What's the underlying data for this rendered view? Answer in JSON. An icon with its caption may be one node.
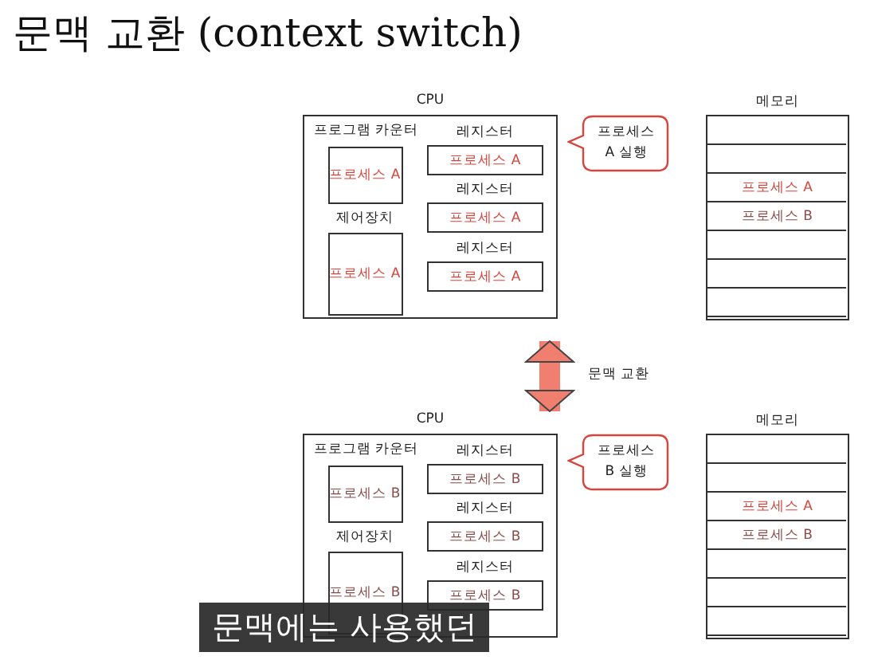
{
  "diagram": {
    "title": "문맥 교환 (context switch)",
    "nodes": [
      {
        "text": [
          "CPU"
        ]
      },
      {
        "text": [
          "프로그램 카운터",
          "프로세스 A"
        ],
        "in": 0
      },
      {
        "text": [
          "레지스터",
          "프로세스 A"
        ],
        "in": 0
      },
      {
        "text": [
          "레지스터",
          "프로세스 A"
        ],
        "in": 0
      },
      {
        "text": [
          "제어장치",
          "프로세스 A"
        ],
        "in": 0
      },
      {
        "text": [
          "레지스터",
          "프로세스 A"
        ],
        "in": 0
      },
      {
        "text": [
          "프로세스 A 실행"
        ]
      },
      {
        "text": [
          "메모리"
        ]
      },
      {
        "text": [],
        "shape": "box",
        "in": 7
      },
      {
        "text": [],
        "shape": "box",
        "in": 7
      },
      {
        "text": [
          "프로세스 A"
        ],
        "in": 7
      },
      {
        "text": [
          "프로세스 B"
        ],
        "in": 7
      },
      {
        "text": [],
        "shape": "box",
        "in": 7
      },
      {
        "text": [],
        "shape": "box",
        "in": 7
      },
      {
        "text": [],
        "shape": "box",
        "in": 7
      },
      {
        "text": [
          "CPU"
        ]
      },
      {
        "text": [
          "프로그램 카운터",
          "프로세스 B"
        ],
        "in": 15
      },
      {
        "text": [
          "레지스터",
          "프로세스 B"
        ],
        "in": 15
      },
      {
        "text": [
          "레지스터",
          "프로세스 B"
        ],
        "in": 15
      },
      {
        "text": [
          "제어장치",
          "프로세스 B"
        ],
        "in": 15
      },
      {
        "text": [
          "레지스터",
          "프로세스 B"
        ],
        "in": 15
      },
      {
        "text": [
          "프로세스 B 실행"
        ]
      },
      {
        "text": [
          "메모리"
        ]
      },
      {
        "text": [],
        "shape": "box",
        "in": 22
      },
      {
        "text": [],
        "shape": "box",
        "in": 22
      },
      {
        "text": [
          "프로세스 A"
        ],
        "in": 22
      },
      {
        "text": [
          "프로세스 B"
        ],
        "in": 22
      },
      {
        "text": [],
        "shape": "box",
        "in": 22
      },
      {
        "text": [],
        "shape": "box",
        "in": 22
      },
      {
        "text": [],
        "shape": "box",
        "in": 22
      }
    ],
    "edges": [
      {
        "from": 0,
        "to": 15,
        "arrow": "both",
        "label": "문맥 교환",
        "color": "#f07f70"
      }
    ],
    "labels": [
      "문맥에는 사용했던"
    ]
  }
}
